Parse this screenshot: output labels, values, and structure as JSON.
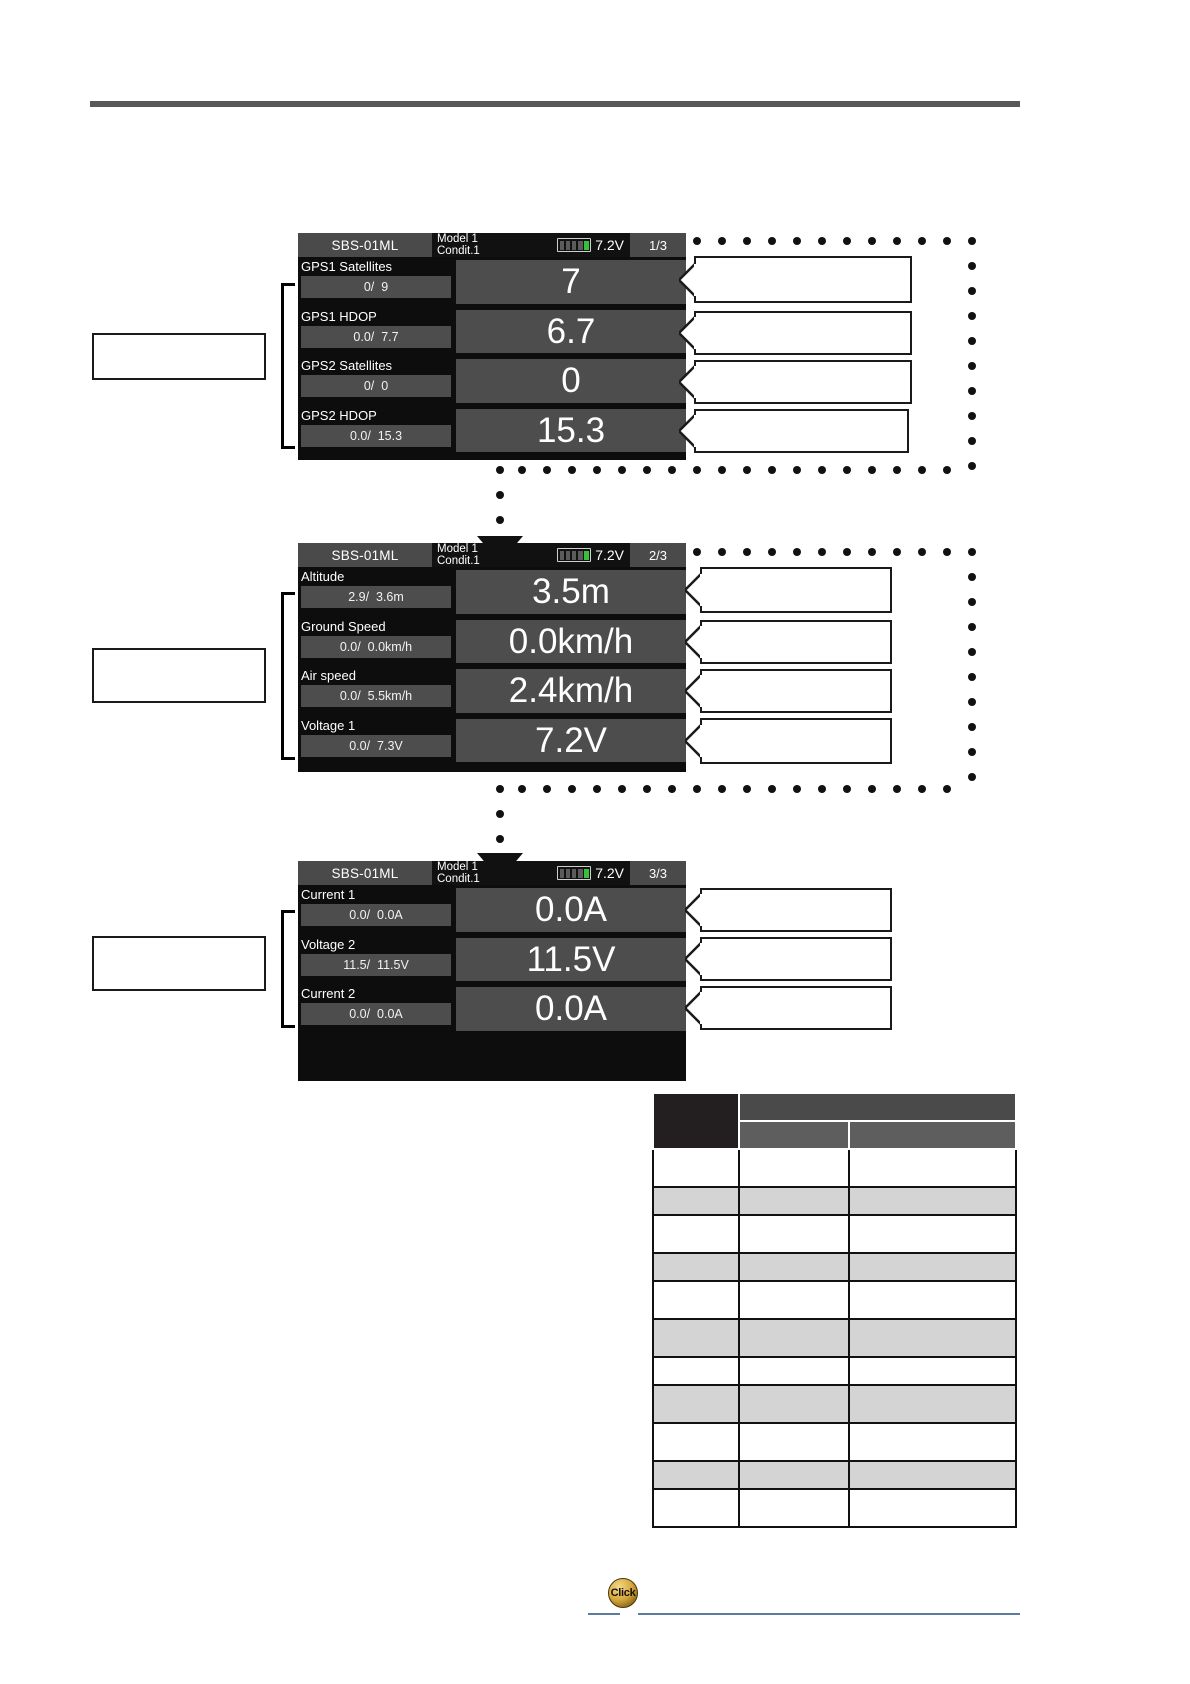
{
  "page": {
    "background_color": "#ffffff",
    "rule_color": "#58585a"
  },
  "telemetry_screens": [
    {
      "id": "screen-1",
      "device_label": "SBS-01ML",
      "model_line1": "Model 1",
      "model_line2": "Condit.1",
      "battery_voltage": "7.2V",
      "battery_segments_total": 5,
      "battery_segments_on": 1,
      "page_indicator": "1/3",
      "rows": [
        {
          "label": "GPS1 Satellites",
          "minmax": "0/  9",
          "value": "7"
        },
        {
          "label": "GPS1 HDOP",
          "minmax": "0.0/  7.7",
          "value": "6.7"
        },
        {
          "label": "GPS2 Satellites",
          "minmax": "0/  0",
          "value": "0"
        },
        {
          "label": "GPS2 HDOP",
          "minmax": "0.0/  15.3",
          "value": "15.3"
        }
      ]
    },
    {
      "id": "screen-2",
      "device_label": "SBS-01ML",
      "model_line1": "Model 1",
      "model_line2": "Condit.1",
      "battery_voltage": "7.2V",
      "battery_segments_total": 5,
      "battery_segments_on": 1,
      "page_indicator": "2/3",
      "rows": [
        {
          "label": "Altitude",
          "minmax": "2.9/  3.6m",
          "value": "3.5m"
        },
        {
          "label": "Ground Speed",
          "minmax": "0.0/  0.0km/h",
          "value": "0.0km/h"
        },
        {
          "label": "Air speed",
          "minmax": "0.0/  5.5km/h",
          "value": "2.4km/h"
        },
        {
          "label": "Voltage 1",
          "minmax": "0.0/  7.3V",
          "value": "7.2V"
        }
      ]
    },
    {
      "id": "screen-3",
      "device_label": "SBS-01ML",
      "model_line1": "Model 1",
      "model_line2": "Condit.1",
      "battery_voltage": "7.2V",
      "battery_segments_total": 5,
      "battery_segments_on": 1,
      "page_indicator": "3/3",
      "rows": [
        {
          "label": "Current 1",
          "minmax": "0.0/  0.0A",
          "value": "0.0A"
        },
        {
          "label": "Voltage 2",
          "minmax": "11.5/  11.5V",
          "value": "11.5V"
        },
        {
          "label": "Current 2",
          "minmax": "0.0/  0.0A",
          "value": "0.0A"
        }
      ]
    }
  ],
  "left_note_boxes": [
    {
      "id": "note-box-1",
      "text": ""
    },
    {
      "id": "note-box-2",
      "text": ""
    },
    {
      "id": "note-box-3",
      "text": ""
    }
  ],
  "callout_boxes": [
    {
      "id": "callout-1-1",
      "text": ""
    },
    {
      "id": "callout-1-2",
      "text": ""
    },
    {
      "id": "callout-1-3",
      "text": ""
    },
    {
      "id": "callout-1-4",
      "text": ""
    },
    {
      "id": "callout-2-1",
      "text": ""
    },
    {
      "id": "callout-2-2",
      "text": ""
    },
    {
      "id": "callout-2-3",
      "text": ""
    },
    {
      "id": "callout-2-4",
      "text": ""
    },
    {
      "id": "callout-3-1",
      "text": ""
    },
    {
      "id": "callout-3-2",
      "text": ""
    },
    {
      "id": "callout-3-3",
      "text": ""
    }
  ],
  "spec_table": {
    "header_rows": [
      {
        "cells": [
          {
            "text": "",
            "span": 1,
            "style": "hdr-dark"
          },
          {
            "text": "",
            "span": 2,
            "style": "hdr-mid"
          }
        ]
      },
      {
        "cells": [
          {
            "text": "",
            "span": 1,
            "style": "hdr-light"
          },
          {
            "text": "",
            "span": 1,
            "style": "hdr-light"
          }
        ]
      }
    ],
    "body_rows": [
      {
        "style": "r-white",
        "height": 38,
        "cells": [
          "",
          "",
          ""
        ]
      },
      {
        "style": "r-grey",
        "height": 20,
        "cells": [
          "",
          "",
          ""
        ]
      },
      {
        "style": "r-white",
        "height": 38,
        "cells": [
          "",
          "",
          ""
        ]
      },
      {
        "style": "r-grey",
        "height": 20,
        "cells": [
          "",
          "",
          ""
        ]
      },
      {
        "style": "r-white",
        "height": 38,
        "cells": [
          "",
          "",
          ""
        ]
      },
      {
        "style": "r-grey",
        "height": 38,
        "cells": [
          "",
          "",
          ""
        ]
      },
      {
        "style": "r-white",
        "height": 20,
        "cells": [
          "",
          "",
          ""
        ]
      },
      {
        "style": "r-grey",
        "height": 38,
        "cells": [
          "",
          "",
          ""
        ]
      },
      {
        "style": "r-white",
        "height": 38,
        "cells": [
          "",
          "",
          ""
        ]
      },
      {
        "style": "r-grey",
        "height": 26,
        "cells": [
          "",
          "",
          ""
        ]
      },
      {
        "style": "r-white",
        "height": 38,
        "cells": [
          "",
          "",
          ""
        ]
      }
    ]
  },
  "footer": {
    "click_badge_label": "Click",
    "rule_color": "#5b7ba0"
  }
}
